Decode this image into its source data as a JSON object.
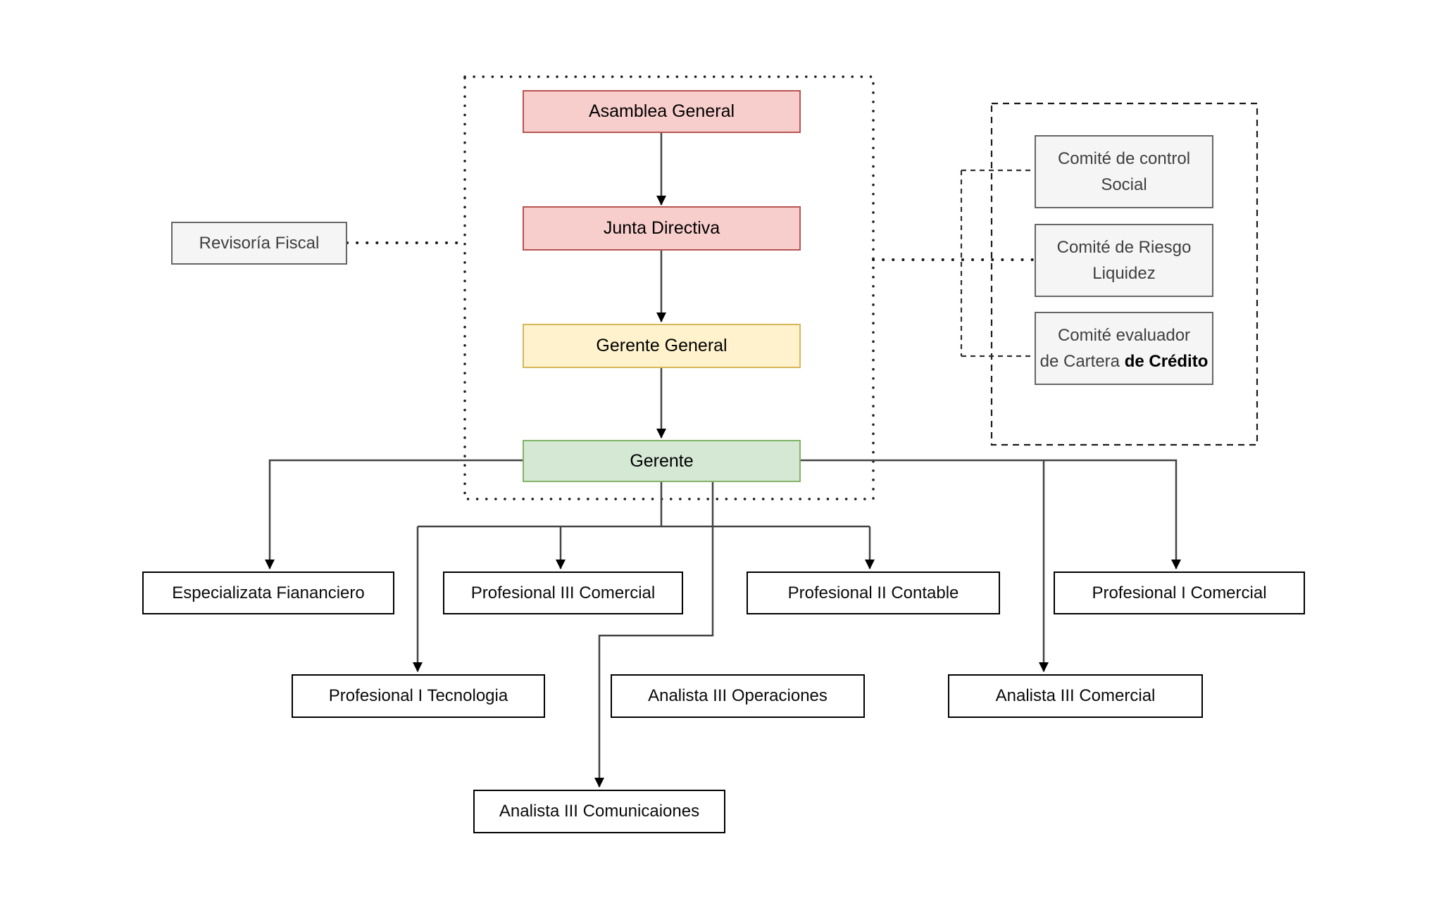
{
  "chain": {
    "asamblea": "Asamblea General",
    "junta": "Junta Directiva",
    "gerente_general": "Gerente General",
    "gerente": "Gerente"
  },
  "revisoria": {
    "label": "Revisoría Fiscal"
  },
  "committees": {
    "control_social": {
      "line1": "Comité de control",
      "line2": "Social"
    },
    "riesgo_liquidez": {
      "line1": "Comité de Riesgo",
      "line2": "Liquidez"
    },
    "evaluador": {
      "line1": "Comité evaluador",
      "line2_normal": "de Cartera",
      "line2_bold": "de Crédito"
    }
  },
  "subordinates": {
    "especializata": "Especializata Fiananciero",
    "prof3_comercial": "Profesional III Comercial",
    "prof2_contable": "Profesional II Contable",
    "prof1_comercial": "Profesional I Comercial",
    "prof1_tecnologia": "Profesional I Tecnologia",
    "analista3_operaciones": "Analista III Operaciones",
    "analista3_comercial": "Analista III Comercial",
    "analista3_comunicaiones": "Analista III Comunicaiones"
  },
  "palette": {
    "red_fill": "#f8cecc",
    "red_stroke": "#b85450",
    "yellow_fill": "#fff2cc",
    "yellow_stroke": "#d6b656",
    "green_fill": "#d5e8d4",
    "green_stroke": "#82b366",
    "gray_fill": "#f5f5f5",
    "gray_stroke": "#666666",
    "white_fill": "#ffffff",
    "line_color": "#444444",
    "arrow_color": "#000000"
  }
}
